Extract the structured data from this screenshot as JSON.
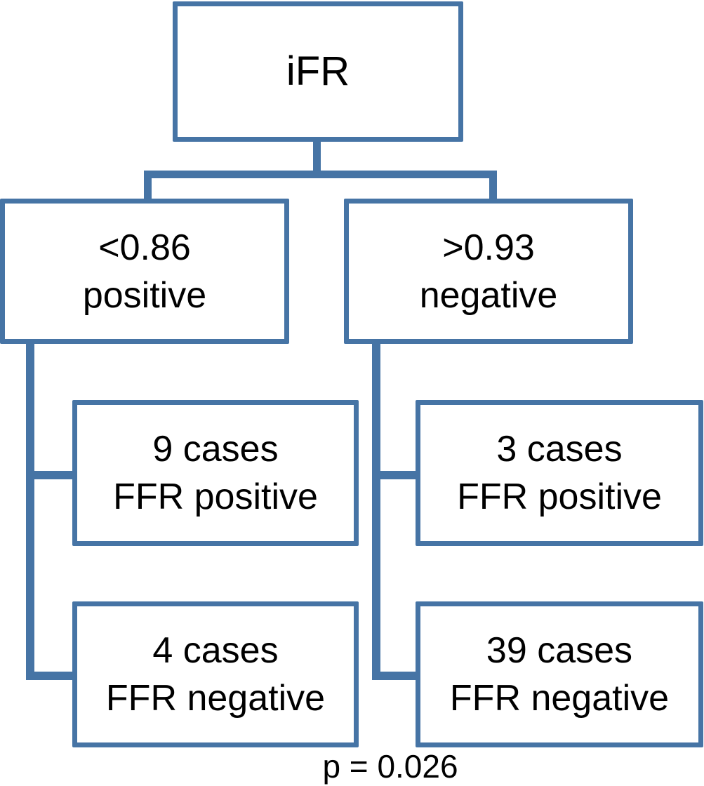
{
  "diagram": {
    "root": {
      "label": "iFR"
    },
    "branches": [
      {
        "threshold": "<0.86",
        "classification": "positive",
        "children": [
          {
            "count": "9 cases",
            "result": "FFR positive"
          },
          {
            "count": "4 cases",
            "result": "FFR negative"
          }
        ]
      },
      {
        "threshold": ">0.93",
        "classification": "negative",
        "children": [
          {
            "count": "3 cases",
            "result": "FFR positive"
          },
          {
            "count": "39 cases",
            "result": "FFR negative"
          }
        ]
      }
    ],
    "p_value": "p = 0.026",
    "colors": {
      "line": "#4674a5",
      "text": "#000000",
      "background": "#ffffff"
    }
  }
}
